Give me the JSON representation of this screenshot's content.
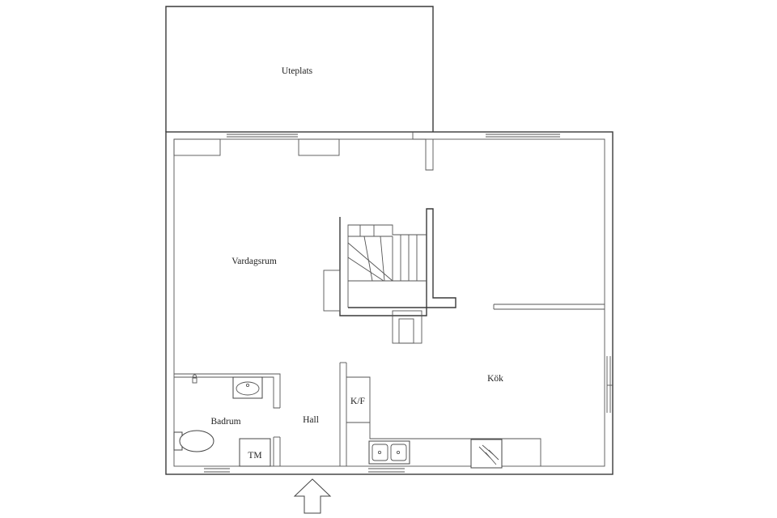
{
  "rooms": {
    "uteplats": "Uteplats",
    "vardagsrum": "Vardagsrum",
    "kok": "Kök",
    "badrum": "Badrum",
    "hall": "Hall"
  },
  "fixtures": {
    "fridge_freezer": "K/F",
    "washing_machine": "TM"
  },
  "colors": {
    "wall": "#3a3a3a",
    "background": "#ffffff"
  },
  "icons": {
    "entrance": "arrow-up-icon"
  }
}
